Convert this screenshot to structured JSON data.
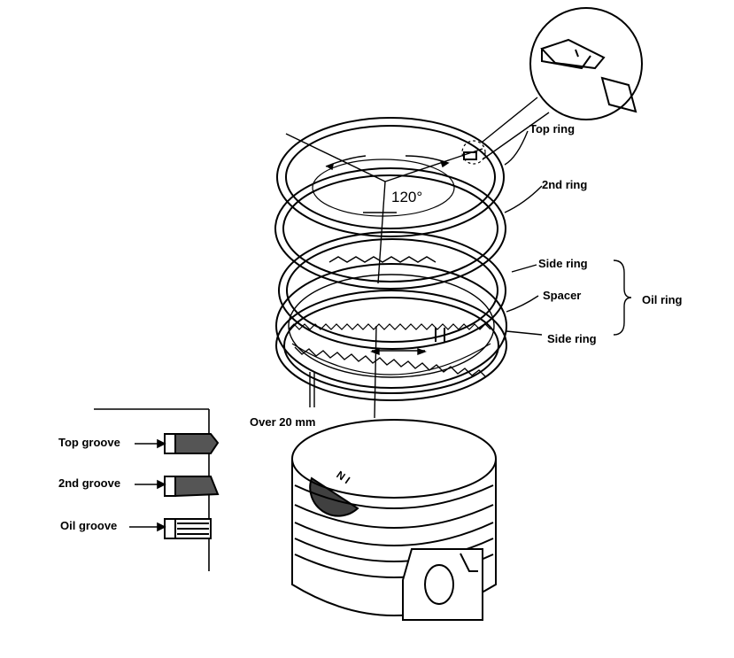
{
  "labels": {
    "top_ring": "Top ring",
    "second_ring": "2nd ring",
    "side_ring_upper": "Side ring",
    "spacer": "Spacer",
    "side_ring_lower": "Side ring",
    "oil_ring": "Oil ring",
    "angle": "120°",
    "gap_distance": "Over 20 mm",
    "top_groove": "Top groove",
    "second_groove": "2nd groove",
    "oil_groove": "Oil groove",
    "piston_mark": "N I"
  }
}
